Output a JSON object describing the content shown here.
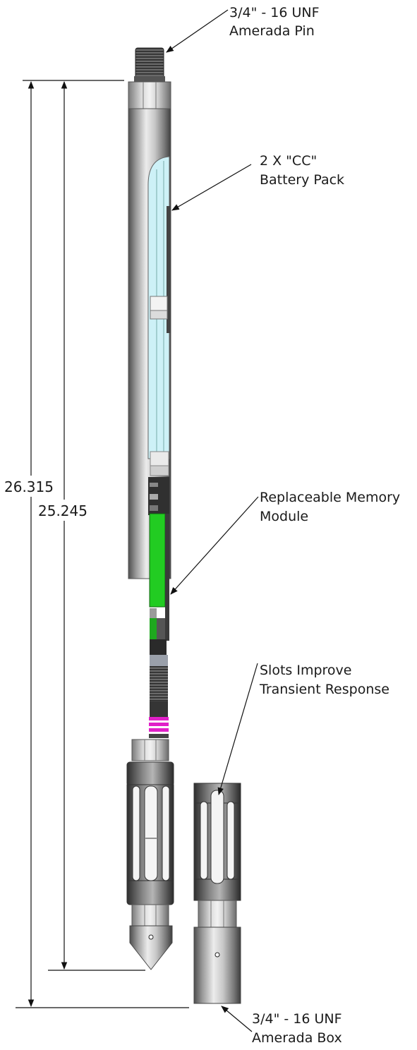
{
  "dimensions": {
    "overall": "26.315",
    "body": "25.245"
  },
  "callouts": {
    "pin": {
      "line1": "3/4\" - 16 UNF",
      "line2": "Amerada Pin"
    },
    "battery": {
      "line1": "2 X \"CC\"",
      "line2": "Battery Pack"
    },
    "memory": {
      "line1": "Replaceable Memory",
      "line2": "Module"
    },
    "slots": {
      "line1": "Slots Improve",
      "line2": "Transient Response"
    },
    "box": {
      "line1": "3/4\" - 16 UNF",
      "line2": "Amerada Box"
    }
  },
  "colors": {
    "steel_dark": "#5a5a5a",
    "steel_light": "#e6e6e6",
    "battery": "#c9f0f7",
    "memory": "#22cc22",
    "seal": "#e020c8"
  }
}
